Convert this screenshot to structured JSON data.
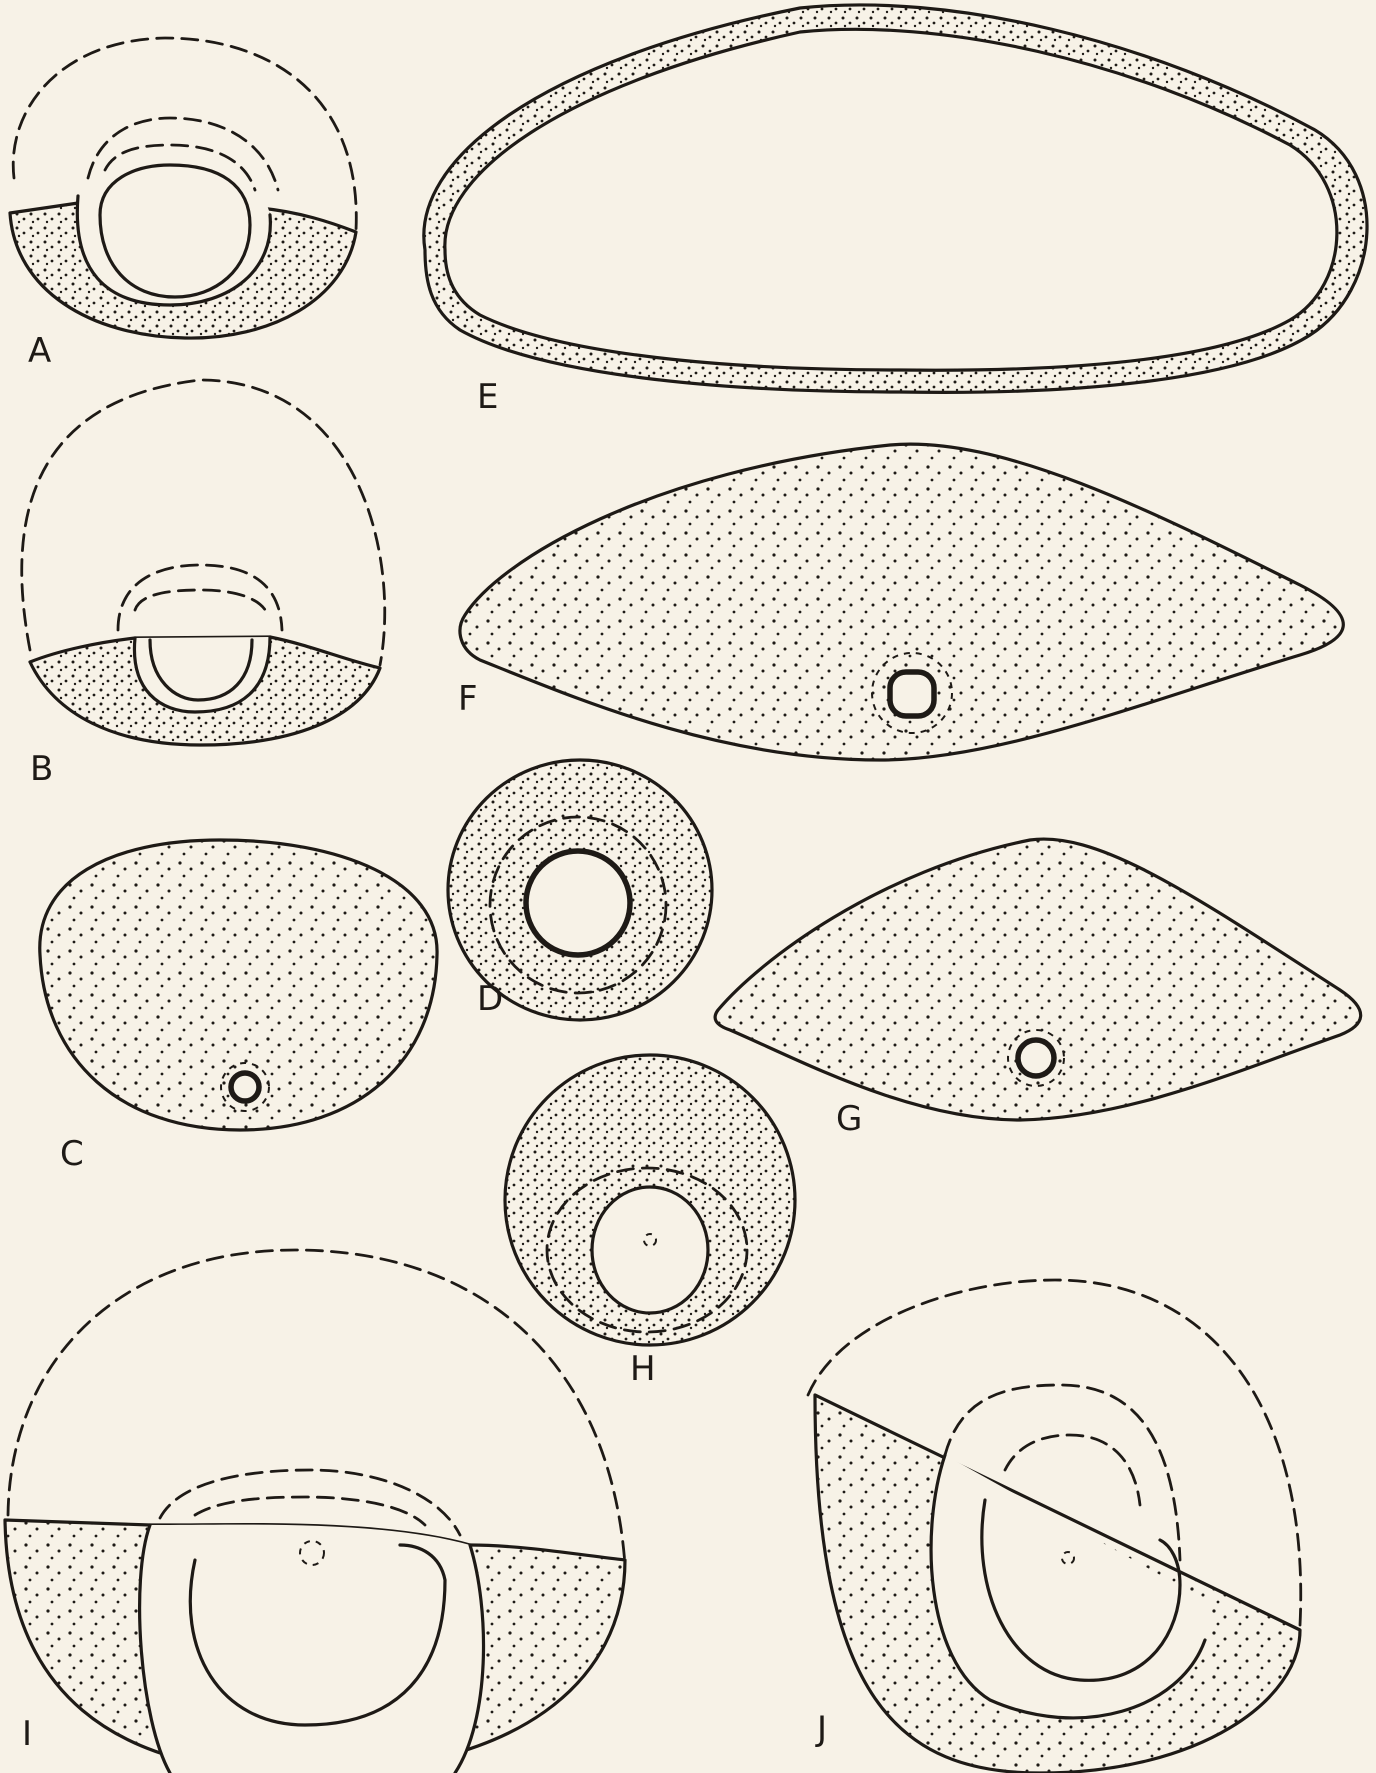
{
  "figures": [
    {
      "id": "A",
      "label": "A"
    },
    {
      "id": "B",
      "label": "B"
    },
    {
      "id": "C",
      "label": "C"
    },
    {
      "id": "D",
      "label": "D"
    },
    {
      "id": "E",
      "label": "E"
    },
    {
      "id": "F",
      "label": "F"
    },
    {
      "id": "G",
      "label": "G"
    },
    {
      "id": "H",
      "label": "H"
    },
    {
      "id": "I",
      "label": "I"
    },
    {
      "id": "J",
      "label": "J"
    }
  ],
  "colors": {
    "ink": "#1e1a16",
    "paper": "#f7f2e7"
  }
}
